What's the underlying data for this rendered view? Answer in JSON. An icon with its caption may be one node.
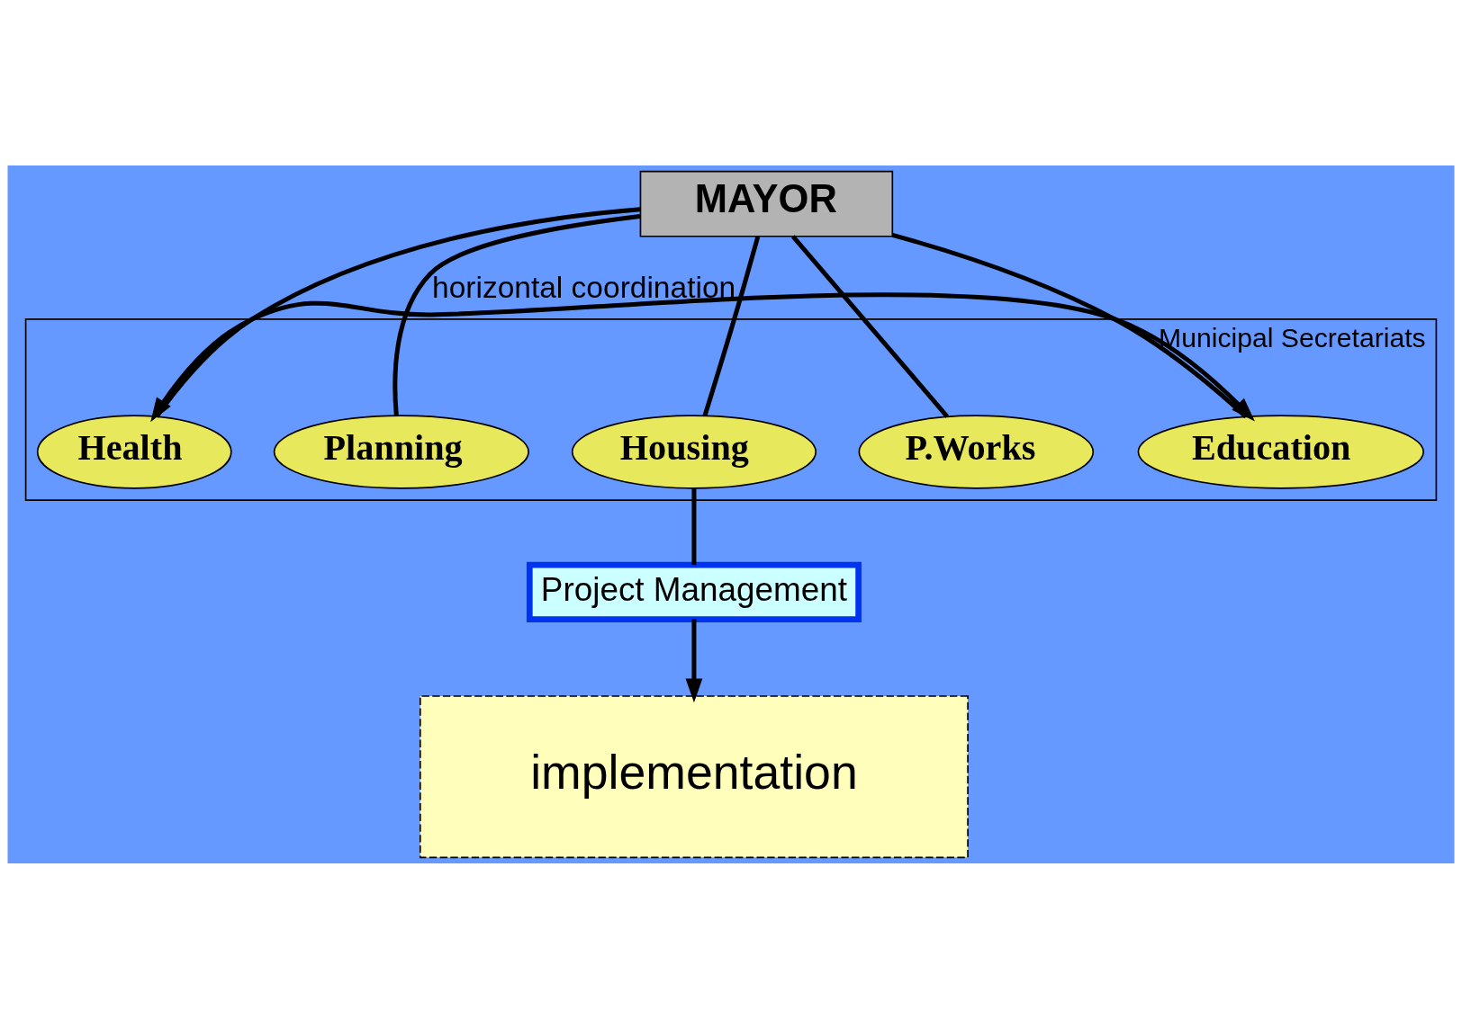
{
  "diagram": {
    "nodes": [
      {
        "text": [
          "MAYOR"
        ]
      },
      {
        "text": [
          "Municipal Secretariats"
        ]
      },
      {
        "text": [
          "Health"
        ],
        "in": 1
      },
      {
        "text": [
          "Planning"
        ],
        "in": 1
      },
      {
        "text": [
          "Housing"
        ],
        "in": 1
      },
      {
        "text": [
          "P.Works"
        ],
        "in": 1
      },
      {
        "text": [
          "Education"
        ],
        "in": 1
      },
      {
        "text": [
          "Project Management"
        ]
      },
      {
        "text": [
          "implementation"
        ]
      }
    ],
    "edges": [
      {
        "from": 0,
        "to": 2,
        "arrow": "none"
      },
      {
        "from": 0,
        "to": 3,
        "arrow": "none"
      },
      {
        "from": 0,
        "to": 4,
        "arrow": "none"
      },
      {
        "from": 0,
        "to": 5,
        "arrow": "none"
      },
      {
        "from": 0,
        "to": 6,
        "arrow": "none"
      },
      {
        "from": 2,
        "to": 6,
        "arrow": "both",
        "label": "horizontal coordination"
      },
      {
        "from": 4,
        "to": 7,
        "arrow": "none"
      },
      {
        "from": 7,
        "to": 8,
        "arrow": "to"
      }
    ]
  }
}
